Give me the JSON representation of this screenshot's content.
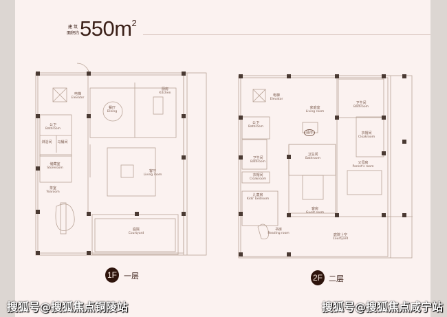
{
  "header": {
    "area_label_line1": "建 筑",
    "area_label_line2": "面积约",
    "area_value": "550m",
    "area_unit_sup": "2"
  },
  "floor1": {
    "badge": "1F",
    "name": "一层",
    "rooms": [
      {
        "cn": "电梯",
        "en": "Elevator"
      },
      {
        "cn": "餐厅",
        "en": "Dining"
      },
      {
        "cn": "厨房",
        "en": "Kitchen"
      },
      {
        "cn": "公卫",
        "en": "Bathroom"
      },
      {
        "cn": "淋浴间",
        "en": ""
      },
      {
        "cn": "马桶间",
        "en": ""
      },
      {
        "cn": "储藏室",
        "en": "Storeroom"
      },
      {
        "cn": "客厅",
        "en": "Living room"
      },
      {
        "cn": "茶室",
        "en": "Tearoom"
      },
      {
        "cn": "庭院",
        "en": "Courtyard"
      }
    ]
  },
  "floor2": {
    "badge": "2F",
    "name": "二层",
    "rooms": [
      {
        "cn": "电梯",
        "en": "Elevator"
      },
      {
        "cn": "家庭室",
        "en": "Living room"
      },
      {
        "cn": "过厅",
        "en": ""
      },
      {
        "cn": "公卫",
        "en": "Bathroom"
      },
      {
        "cn": "卫生间",
        "en": "Bathroom"
      },
      {
        "cn": "卫生间",
        "en": "Bathroom"
      },
      {
        "cn": "卫生间",
        "en": "Bathroom"
      },
      {
        "cn": "衣帽间",
        "en": "Cloakroom"
      },
      {
        "cn": "衣帽间",
        "en": "Cloakroom"
      },
      {
        "cn": "父母房",
        "en": "Parent's room"
      },
      {
        "cn": "儿童房",
        "en": "Kids' bedroom"
      },
      {
        "cn": "客房",
        "en": "Guest room"
      },
      {
        "cn": "书房",
        "en": "Reading room"
      },
      {
        "cn": "庭院上空",
        "en": "Courtyard"
      }
    ]
  },
  "watermarks": {
    "left": "搜狐号@搜狐焦点铜陵站",
    "right": "搜狐号@搜狐焦点咸宁站"
  },
  "colors": {
    "line": "#b8a396",
    "dark": "#3a1f17",
    "pillar": "#4a3a33",
    "background": "#fbf2f0"
  }
}
